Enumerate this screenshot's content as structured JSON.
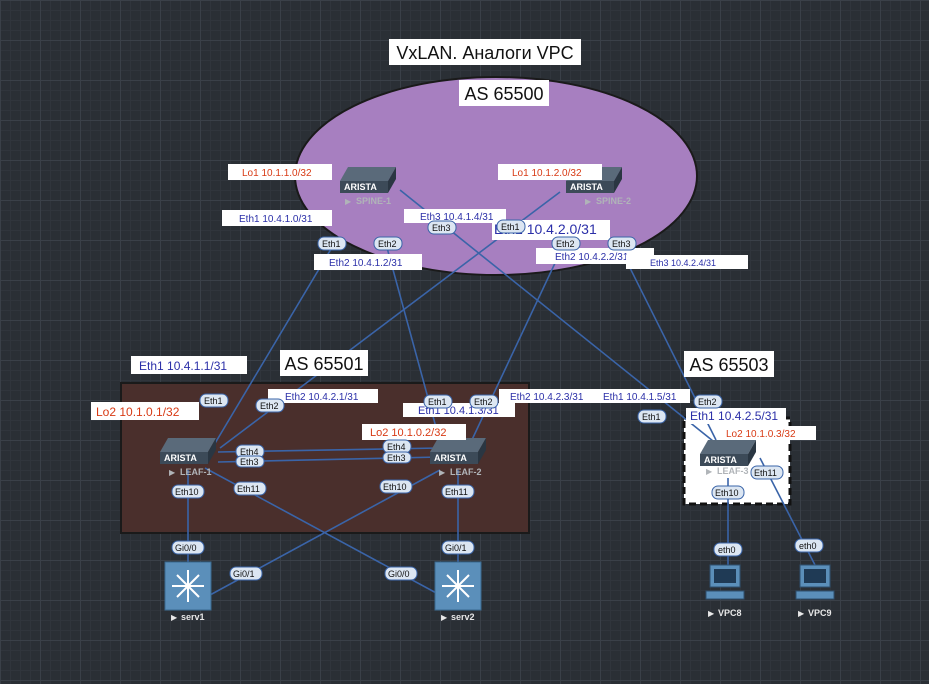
{
  "title": "VxLAN. Аналоги VPC",
  "as": {
    "spine": "AS 65500",
    "leaf12": "AS 65501",
    "leaf3": "AS 65503"
  },
  "colors": {
    "link": "#3a64a8",
    "as_spine_fill": "#a77fc0",
    "as_leaf12_fill": "#4a2f2c",
    "loopback_text": "#d83a14",
    "p2p_text": "#2b2fa8",
    "port_fill": "#dce6f2"
  },
  "devices": {
    "spine1": "SPINE-1",
    "spine2": "SPINE-2",
    "leaf1": "LEAF-1",
    "leaf2": "LEAF-2",
    "leaf3": "LEAF-3",
    "serv1": "serv1",
    "serv2": "serv2",
    "vpc8": "VPC8",
    "vpc9": "VPC9",
    "switch_brand": "ARISTA"
  },
  "addresses": {
    "spine1_lo": "Lo1 10.1.1.0/32",
    "spine2_lo": "Lo1 10.1.2.0/32",
    "spine1_eth1": "Eth1 10.4.1.0/31",
    "spine1_eth2": "Eth2 10.4.1.2/31",
    "spine1_eth3": "Eth3 10.4.1.4/31",
    "spine2_eth1": "Eth1 10.4.2.0/31",
    "spine2_eth2": "Eth2 10.4.2.2/31",
    "spine2_eth3": "Eth3 10.4.2.4/31",
    "leaf1_eth1": "Eth1 10.4.1.1/31",
    "leaf1_eth2": "Eth2 10.4.2.1/31",
    "leaf1_lo": "Lo2 10.1.0.1/32",
    "leaf2_eth1": "Eth1 10.4.1.3/31",
    "leaf2_eth2": "Eth2 10.4.2.3/31",
    "leaf2_lo": "Lo2 10.1.0.2/32",
    "leaf3_eth1": "Eth1 10.4.1.5/31",
    "leaf3_eth2": "Eth1 10.4.2.5/31",
    "leaf3_lo": "Lo2 10.1.0.3/32"
  },
  "ports": {
    "eth1": "Eth1",
    "eth2": "Eth2",
    "eth3": "Eth3",
    "eth4": "Eth4",
    "eth10": "Eth10",
    "eth11": "Eth11",
    "gi0_0": "Gi0/0",
    "gi0_1": "Gi0/1",
    "eth0": "eth0"
  }
}
